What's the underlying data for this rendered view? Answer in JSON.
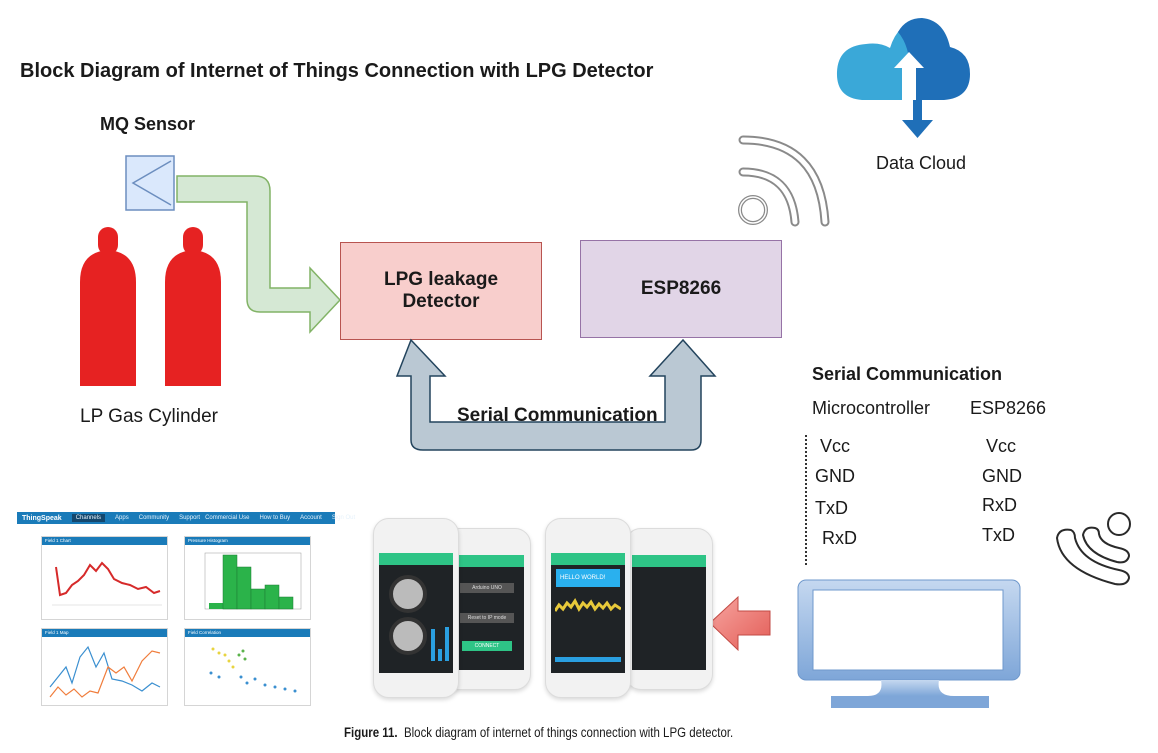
{
  "title": "Block Diagram of Internet of Things Connection with LPG Detector",
  "sensor": {
    "label": "MQ Sensor",
    "icon": "sensor-icon"
  },
  "cylinders": {
    "label": "LP Gas Cylinder",
    "icon": "gas-cylinder-icon",
    "count": 2,
    "color": "#e62222"
  },
  "blocks": {
    "detector": {
      "line1": "LPG leakage",
      "line2": "Detector",
      "fill": "#f8cecc",
      "stroke": "#b85450"
    },
    "esp": {
      "label": "ESP8266",
      "fill": "#e1d5e7",
      "stroke": "#9673a6"
    }
  },
  "serial_arrow_label": "Serial Communication",
  "cloud": {
    "label": "Data Cloud",
    "icon": "cloud-upload-download-icon",
    "colors": [
      "#3aa8d8",
      "#1f6fb8"
    ]
  },
  "wifi_icon": "wifi-signal-icon",
  "serial_table": {
    "title": "Serial Communication",
    "headers": [
      "Microcontroller",
      "ESP8266"
    ],
    "rows": [
      [
        "Vcc",
        "Vcc"
      ],
      [
        "GND",
        "GND"
      ],
      [
        "TxD",
        "RxD"
      ],
      [
        "RxD",
        "TxD"
      ]
    ]
  },
  "contactless_icon": "wireless-contactless-icon",
  "thingspeak": {
    "brand": "ThingSpeak",
    "nav": [
      "Channels",
      "Apps",
      "Community",
      "Support"
    ],
    "nav_right": [
      "Commercial Use",
      "How to Buy",
      "Account",
      "Sign Out"
    ],
    "panels": [
      "Field 1 Chart",
      "Pressure Histogram",
      "Field 1 Map",
      "Field Correlation"
    ],
    "histogram_title": "Histogram of Pressure Variation"
  },
  "phones": {
    "screen1": {
      "button1": "Arduino UNO",
      "button2": "Reset to IP mode",
      "button3": "CONNECT"
    },
    "screen2": {
      "banner": "HELLO WORLD!"
    }
  },
  "monitor_icon": "monitor-icon",
  "arrow_to_phones_icon": "left-arrow-icon",
  "caption": {
    "label": "Figure 11.",
    "text": "Block diagram of internet of things connection with LPG detector."
  }
}
